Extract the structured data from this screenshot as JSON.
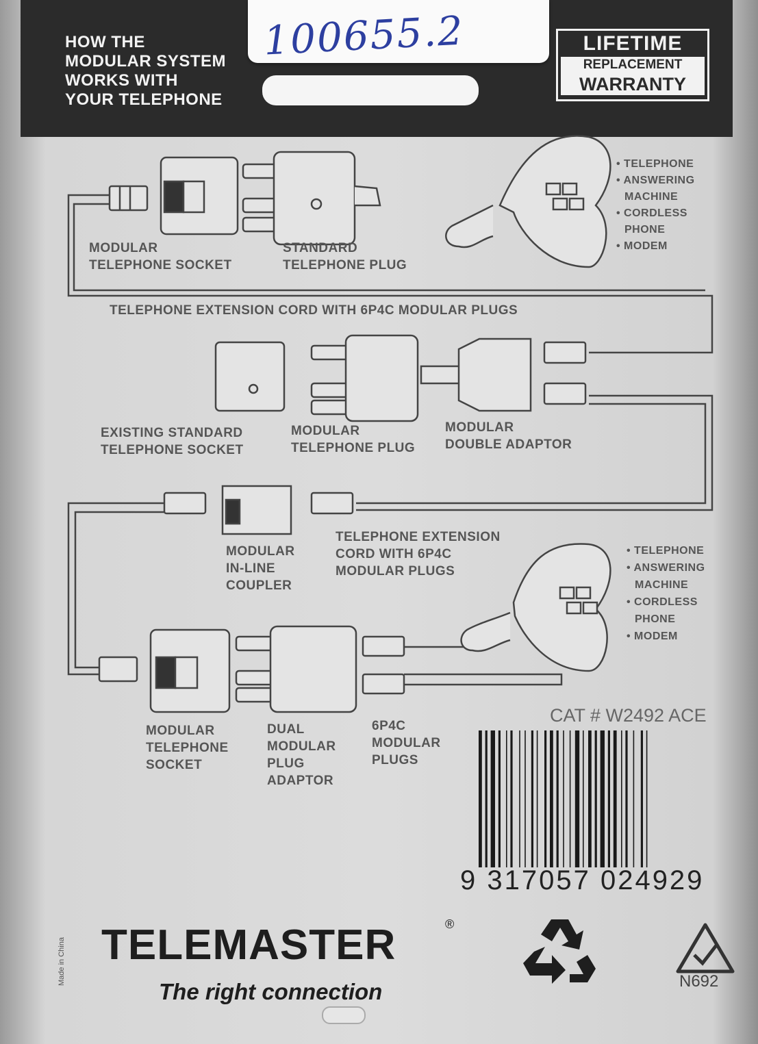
{
  "header": {
    "title_lines": [
      "HOW THE",
      "MODULAR SYSTEM",
      "WORKS WITH",
      "YOUR TELEPHONE"
    ],
    "handwritten_code": "100655.2",
    "warranty": {
      "line1": "LIFETIME",
      "line2": "REPLACEMENT",
      "line3": "WARRANTY"
    }
  },
  "diagram": {
    "row1": {
      "socket_label": [
        "MODULAR",
        "TELEPHONE SOCKET"
      ],
      "plug_label": [
        "STANDARD",
        "TELEPHONE PLUG"
      ],
      "devices": [
        "• TELEPHONE",
        "• ANSWERING",
        "MACHINE",
        "• CORDLESS",
        "PHONE",
        "• MODEM"
      ]
    },
    "cord1_label": "TELEPHONE EXTENSION CORD WITH 6P4C MODULAR PLUGS",
    "row2": {
      "existing_label": [
        "EXISTING STANDARD",
        "TELEPHONE SOCKET"
      ],
      "modplug_label": [
        "MODULAR",
        "TELEPHONE PLUG"
      ],
      "double_label": [
        "MODULAR",
        "DOUBLE ADAPTOR"
      ]
    },
    "row3": {
      "coupler_label": [
        "MODULAR",
        "IN-LINE",
        "COUPLER"
      ],
      "cord2_label": [
        "TELEPHONE EXTENSION",
        "CORD WITH 6P4C",
        "MODULAR PLUGS"
      ],
      "devices": [
        "• TELEPHONE",
        "• ANSWERING",
        "MACHINE",
        "• CORDLESS",
        "PHONE",
        "• MODEM"
      ]
    },
    "row4": {
      "socket_label": [
        "MODULAR",
        "TELEPHONE",
        "SOCKET"
      ],
      "dual_label": [
        "DUAL",
        "MODULAR",
        "PLUG",
        "ADAPTOR"
      ],
      "plugs_label": [
        "6P4C",
        "MODULAR",
        "PLUGS"
      ]
    }
  },
  "product": {
    "cat": "CAT # W2492 ACE",
    "barcode_number": "9 317057 024929",
    "brand": "TELEMASTER",
    "registered": "®",
    "tagline": "The right connection",
    "origin": "Made in China",
    "compliance_code": "N692"
  }
}
